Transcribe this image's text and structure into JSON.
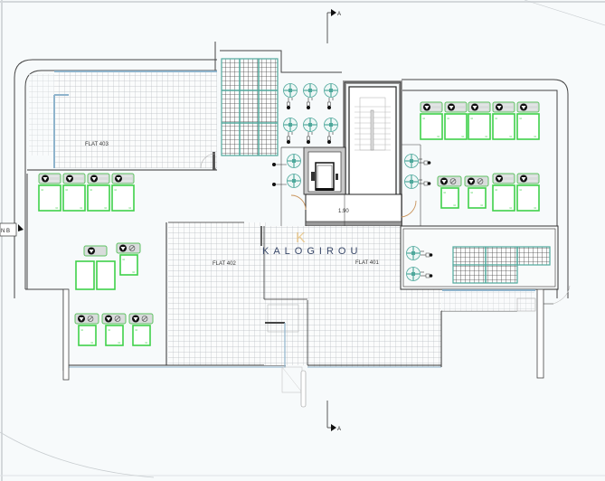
{
  "drawing": {
    "type": "roof floor plan",
    "brand_watermark": "KALOGIROU",
    "brand_monogram": "K",
    "section_marks": {
      "top": "A",
      "bottom": "A",
      "left": "N B"
    },
    "units": [
      {
        "label": "FLAT 403"
      },
      {
        "label": "FLAT 402"
      },
      {
        "label": "FLAT 401"
      }
    ],
    "stair_note": "1.90"
  },
  "colors": {
    "background": "#f7fafb",
    "wall": "#333333",
    "tile_grid": "#c8cccf",
    "solar_panel": "#4fa89c",
    "water_tank": "#3fd14a",
    "ac_unit": "#4fa89c",
    "door_swing": "#c9935a",
    "brand": "#3b4a6b",
    "brand_gold": "#e5b96a",
    "parapet_blue": "#8fb4cc"
  },
  "equipment": {
    "solar_panel_groups": 2,
    "water_tank_groups": 6,
    "ac_condenser_groups": 4
  }
}
